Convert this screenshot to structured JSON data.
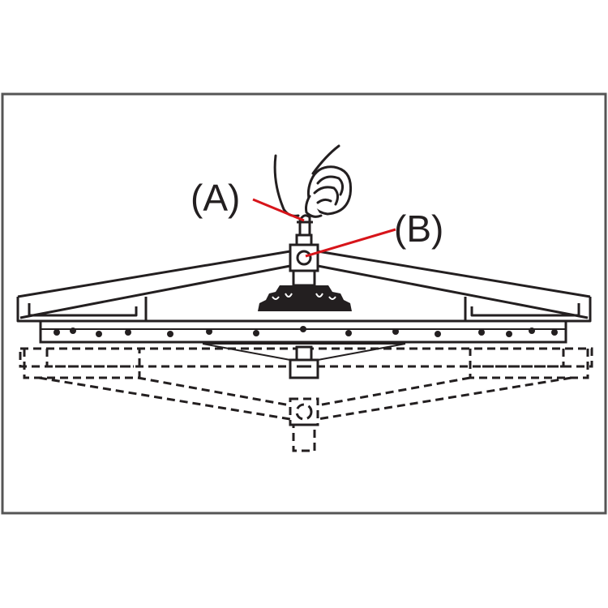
{
  "diagram": {
    "callouts": [
      {
        "id": "A",
        "text": "(A)",
        "points_to": "swivel-hook"
      },
      {
        "id": "B",
        "text": "(B)",
        "points_to": "adjust-knob"
      }
    ],
    "colors": {
      "line": "#231f20",
      "leader": "#d7141a",
      "frame": "#555555",
      "background": "#ffffff"
    },
    "icons": [
      "hand-icon",
      "swivel-hook-icon",
      "adjust-knob-icon",
      "rubber-bellows-icon"
    ]
  }
}
